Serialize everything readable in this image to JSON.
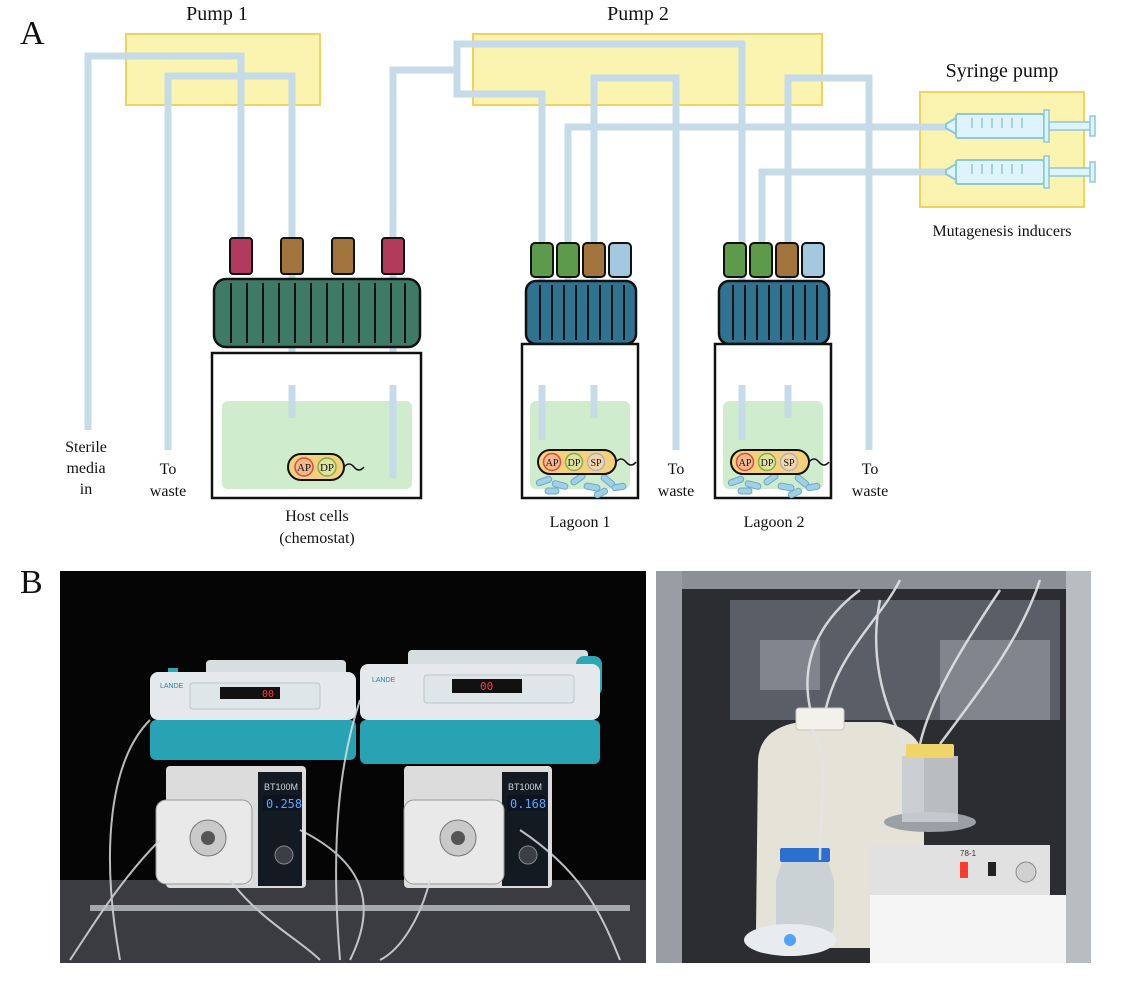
{
  "panel_a": {
    "panel_label": "A",
    "pump1_label": "Pump 1",
    "pump2_label": "Pump 2",
    "syringe_pump_label": "Syringe pump",
    "mutagenesis_label": "Mutagenesis inducers",
    "sterile_media_line1": "Sterile",
    "sterile_media_line2": "media",
    "sterile_media_line3": "in",
    "to_waste_1_line1": "To",
    "to_waste_1_line2": "waste",
    "to_waste_2_line1": "To",
    "to_waste_2_line2": "waste",
    "to_waste_3_line1": "To",
    "to_waste_3_line2": "waste",
    "host_cells_line1": "Host cells",
    "host_cells_line2": "(chemostat)",
    "lagoon1_label": "Lagoon 1",
    "lagoon2_label": "Lagoon 2",
    "plasmid_ap": "AP",
    "plasmid_dp": "DP",
    "plasmid_sp": "SP"
  },
  "panel_b": {
    "panel_label": "B",
    "left_photo": {
      "pump_brand": "LANDE",
      "display_1": "0.258",
      "display_2": "0.168",
      "model_1": "BT100M",
      "model_2": "BT100M"
    },
    "right_photo": {
      "stirrer_model": "78-1"
    }
  },
  "colors": {
    "tube": "#c5dce8",
    "pump_box": "#fbf3b0",
    "pump_border": "#f2d25a",
    "chemostat_cap": "#3f7a66",
    "lagoon_cap": "#2f7391",
    "medium": "#cfeccd",
    "cap_red": "#b23a5a",
    "cap_brown": "#a0743c",
    "cap_green": "#5e9a4c",
    "cap_blue": "#a3c8e0"
  }
}
